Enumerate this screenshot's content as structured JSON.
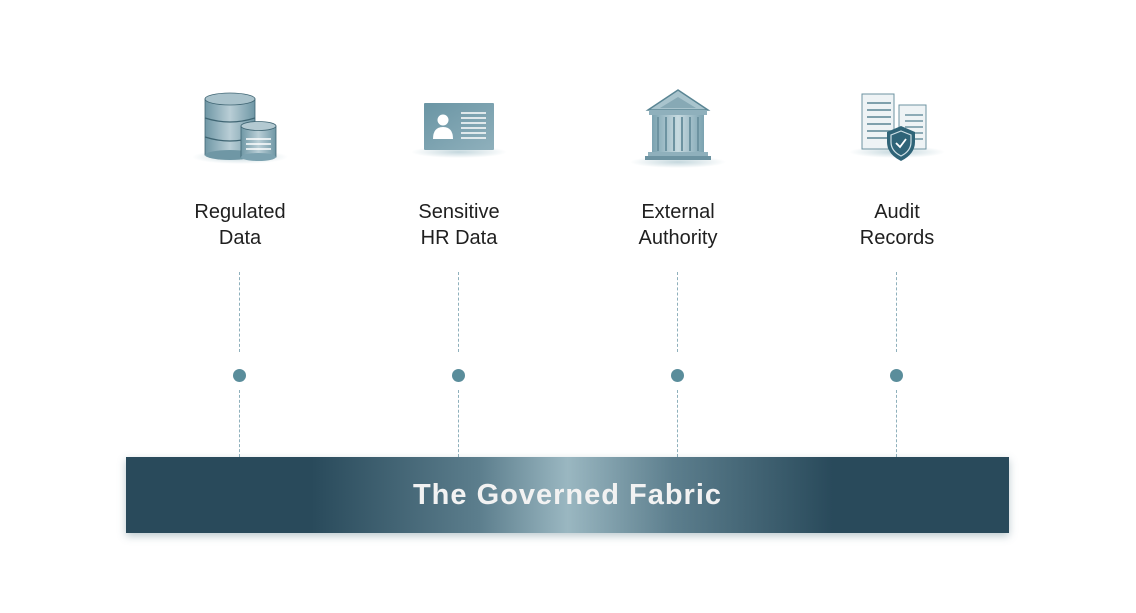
{
  "items": [
    {
      "label": "Regulated\nData",
      "icon": "database-icon"
    },
    {
      "label": "Sensitive\nHR Data",
      "icon": "id-card-icon"
    },
    {
      "label": "External\nAuthority",
      "icon": "institution-icon"
    },
    {
      "label": "Audit\nRecords",
      "icon": "shield-document-icon"
    }
  ],
  "foundation": {
    "label": "The Governed Fabric"
  },
  "colors": {
    "bar_dark": "#294a5b",
    "bar_light": "#9ab7c1",
    "accent": "#5a8d9b"
  }
}
